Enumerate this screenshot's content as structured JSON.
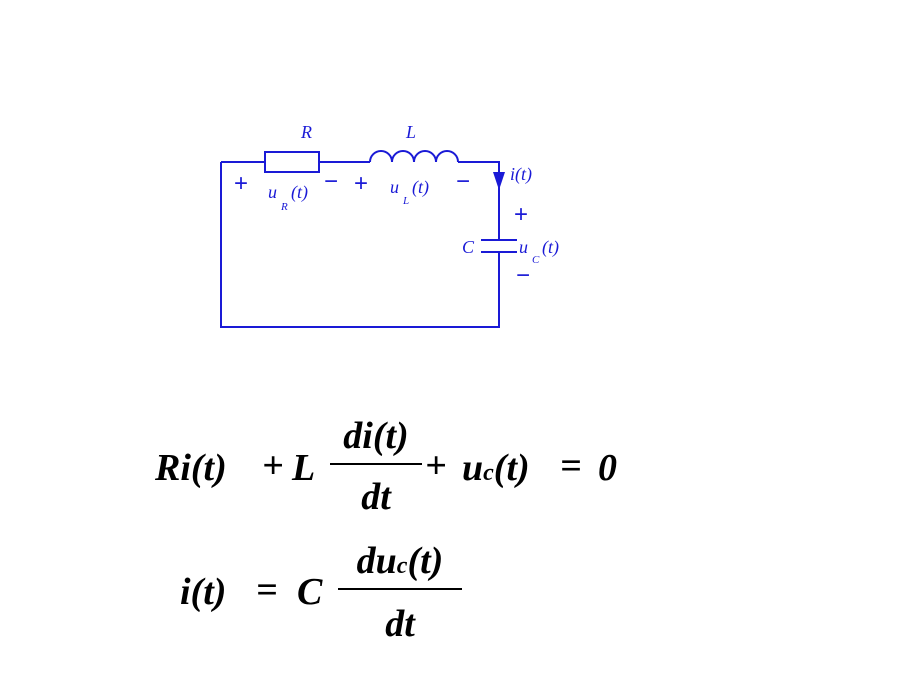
{
  "circuit": {
    "R": "R",
    "L": "L",
    "C": "C",
    "i": "i(t)",
    "uR": {
      "main": "u",
      "sub": "R",
      "arg": "(t)"
    },
    "uL": {
      "main": "u",
      "sub": "L",
      "arg": "(t)"
    },
    "uC": {
      "main": "u",
      "sub": "C",
      "arg": "(t)"
    },
    "plus": "+",
    "minus": "−",
    "wire_color": "#1a1ad6"
  },
  "eq1": {
    "lhs": "Ri(t)",
    "plus": "+",
    "L": "L",
    "num": "di(t)",
    "den": "dt",
    "uc": "u",
    "uc_sub": "c",
    "uc_arg": "(t)",
    "eq": "=",
    "zero": "0"
  },
  "eq2": {
    "lhs": "i(t)",
    "eq": "=",
    "C": "C",
    "num_main": "du",
    "num_sub": "c",
    "num_arg": "(t)",
    "den": "dt"
  }
}
